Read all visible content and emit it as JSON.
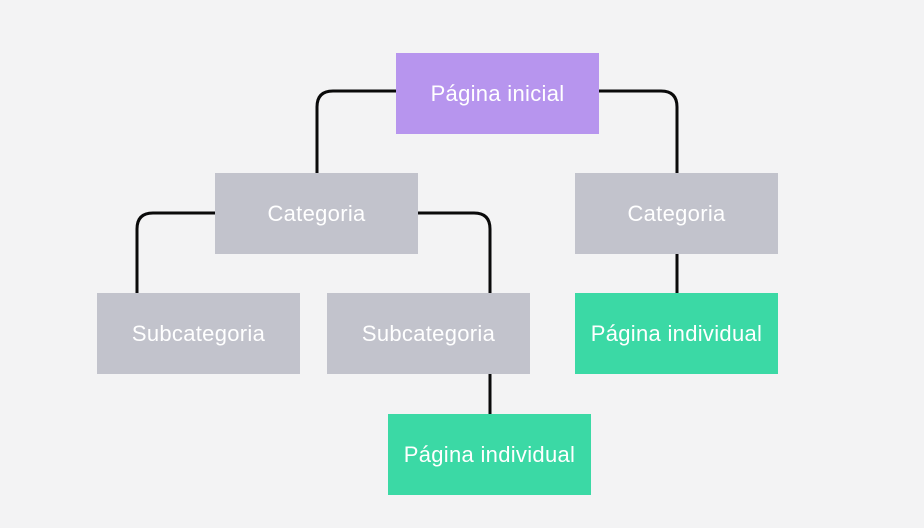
{
  "diagram": {
    "type": "sitemap-tree",
    "background_color": "#f3f3f4",
    "connector_color": "#0a0a0a",
    "text_color": "#ffffff",
    "node_colors": {
      "home": "#b795ee",
      "category": "#c2c3cc",
      "page": "#3bd9a5"
    },
    "nodes": [
      {
        "id": "home",
        "label": "Página inicial",
        "level": "home"
      },
      {
        "id": "cat-left",
        "label": "Categoria",
        "level": "category"
      },
      {
        "id": "cat-right",
        "label": "Categoria",
        "level": "category"
      },
      {
        "id": "subcat-left",
        "label": "Subcategoria",
        "level": "subcategory"
      },
      {
        "id": "subcat-mid",
        "label": "Subcategoria",
        "level": "subcategory"
      },
      {
        "id": "page-right",
        "label": "Página individual",
        "level": "page"
      },
      {
        "id": "page-bottom",
        "label": "Página individual",
        "level": "page"
      }
    ],
    "edges": [
      {
        "from": "home",
        "to": "cat-left"
      },
      {
        "from": "home",
        "to": "cat-right"
      },
      {
        "from": "cat-left",
        "to": "subcat-left"
      },
      {
        "from": "cat-left",
        "to": "subcat-mid"
      },
      {
        "from": "subcat-mid",
        "to": "page-bottom"
      },
      {
        "from": "cat-right",
        "to": "page-right"
      }
    ]
  }
}
